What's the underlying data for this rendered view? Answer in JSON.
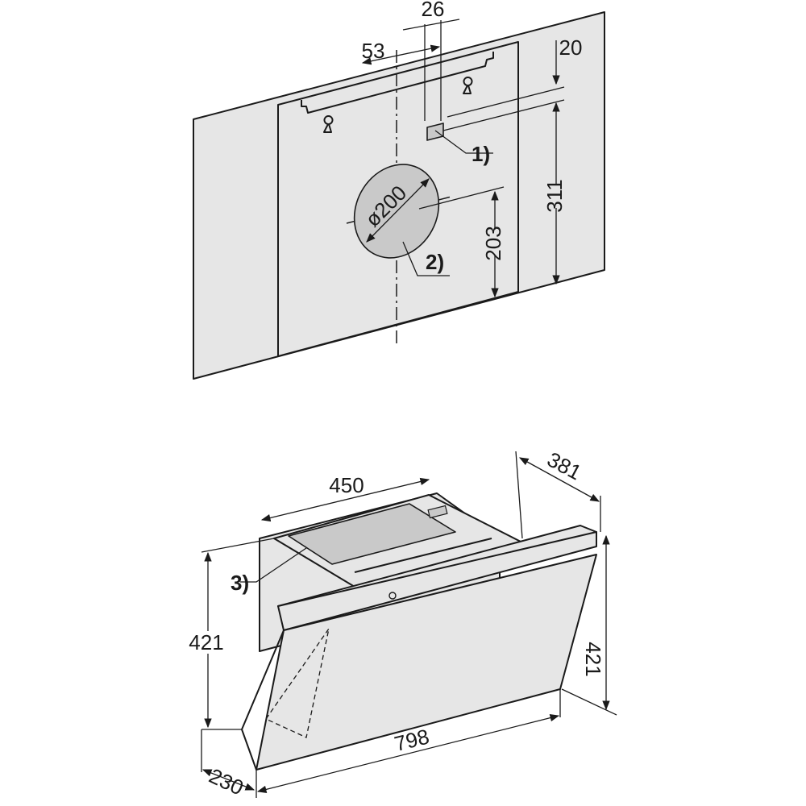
{
  "wall_view": {
    "dim_bracket_width": "26",
    "dim_center_offset": "53",
    "dim_top_offset": "20",
    "dim_height_to_bracket": "311",
    "dim_duct_diameter": "ø200",
    "dim_height_to_duct": "203",
    "callout_1": "1)",
    "callout_2": "2)"
  },
  "hood_view": {
    "dim_filter_width": "450",
    "dim_depth": "381",
    "dim_height_left": "421",
    "dim_height_right": "421",
    "dim_width": "798",
    "dim_bottom_depth": "230",
    "callout_3": "3)"
  }
}
